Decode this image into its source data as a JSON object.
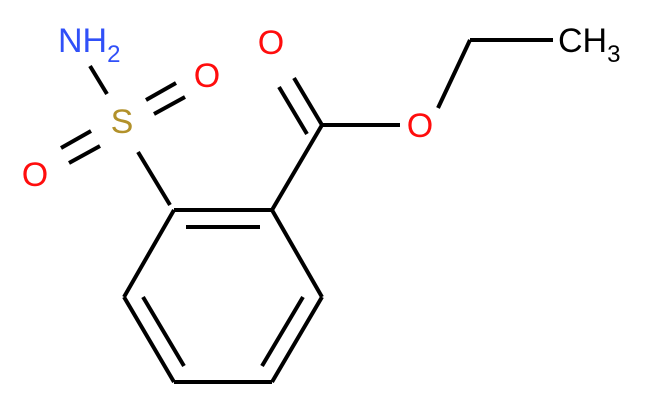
{
  "molecule": {
    "atoms": {
      "nh2": {
        "main": "NH",
        "sub": "2"
      },
      "s": "S",
      "o_sulfonyl_top": "O",
      "o_sulfonyl_left": "O",
      "o_carbonyl": "O",
      "o_ester": "O",
      "ch3": {
        "main": "CH",
        "sub": "3"
      }
    },
    "colors": {
      "N": "#3050F8",
      "O": "#FF0D0D",
      "S": "#B2912A",
      "C": "#000000"
    }
  }
}
